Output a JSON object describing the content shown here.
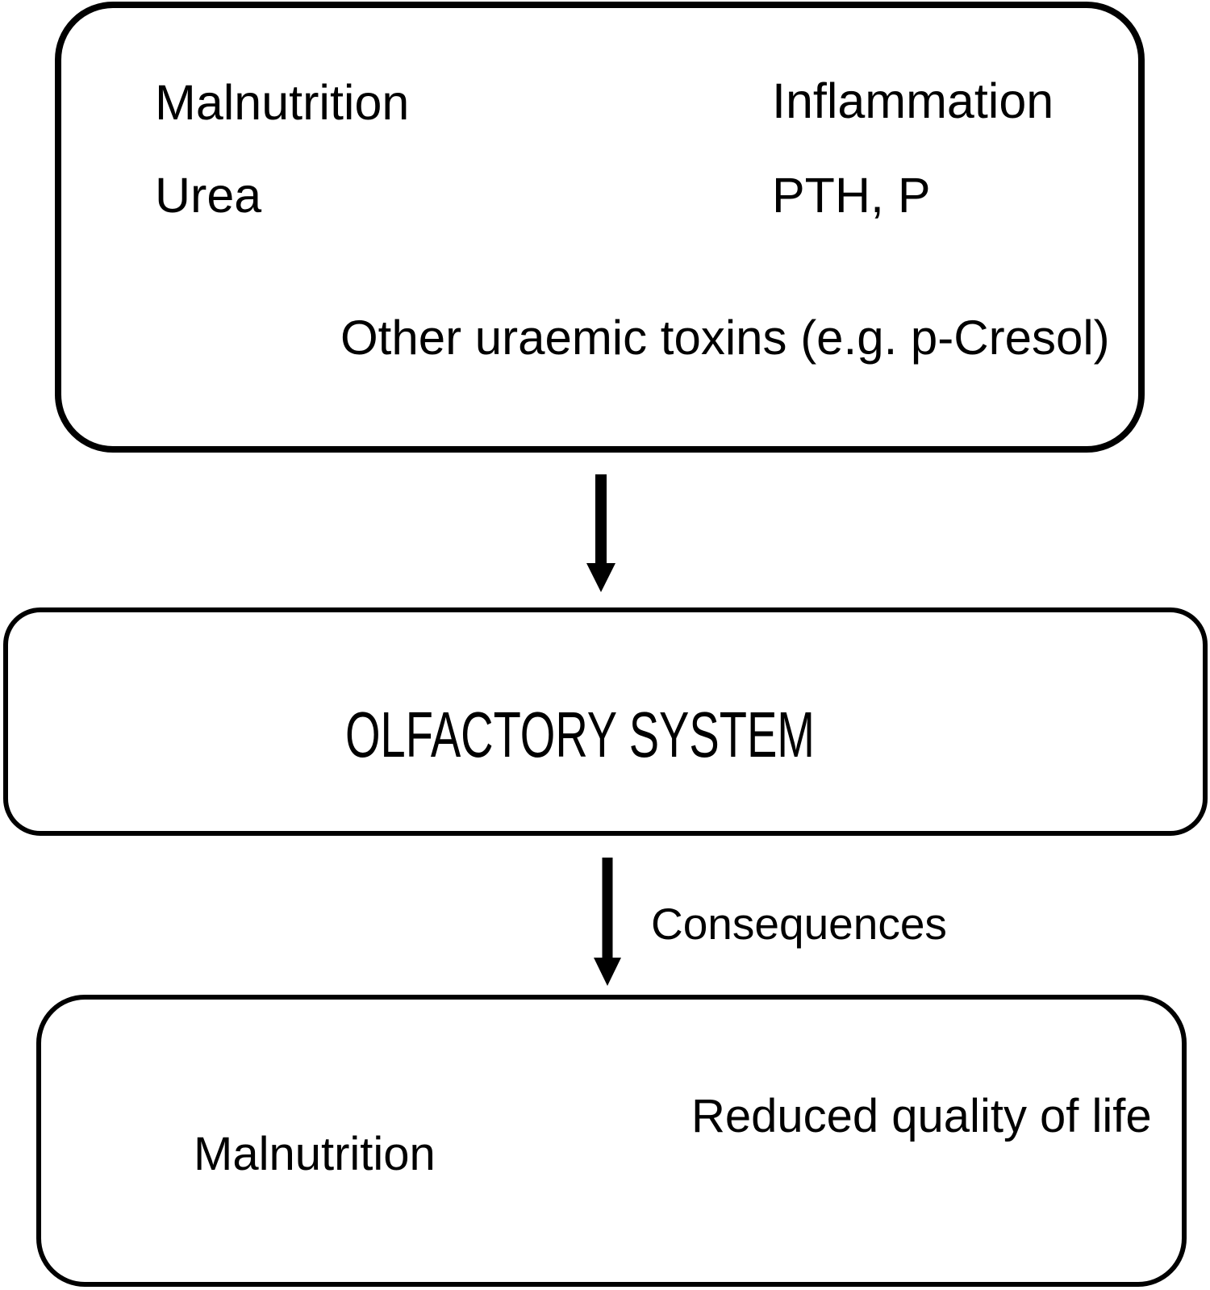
{
  "diagram": {
    "causes_box": {
      "row1_left": "Malnutrition",
      "row1_right": "Inflammation",
      "row2_left": "Urea",
      "row2_right": "PTH, P",
      "row3": "Other uraemic toxins (e.g. p-Cresol)"
    },
    "center_box": {
      "label": "OLFACTORY SYSTEM"
    },
    "arrow2_label": "Consequences",
    "outcomes_box": {
      "right": "Reduced quality of life",
      "left": "Malnutrition"
    },
    "colors": {
      "line": "#000000",
      "background": "#ffffff"
    }
  }
}
